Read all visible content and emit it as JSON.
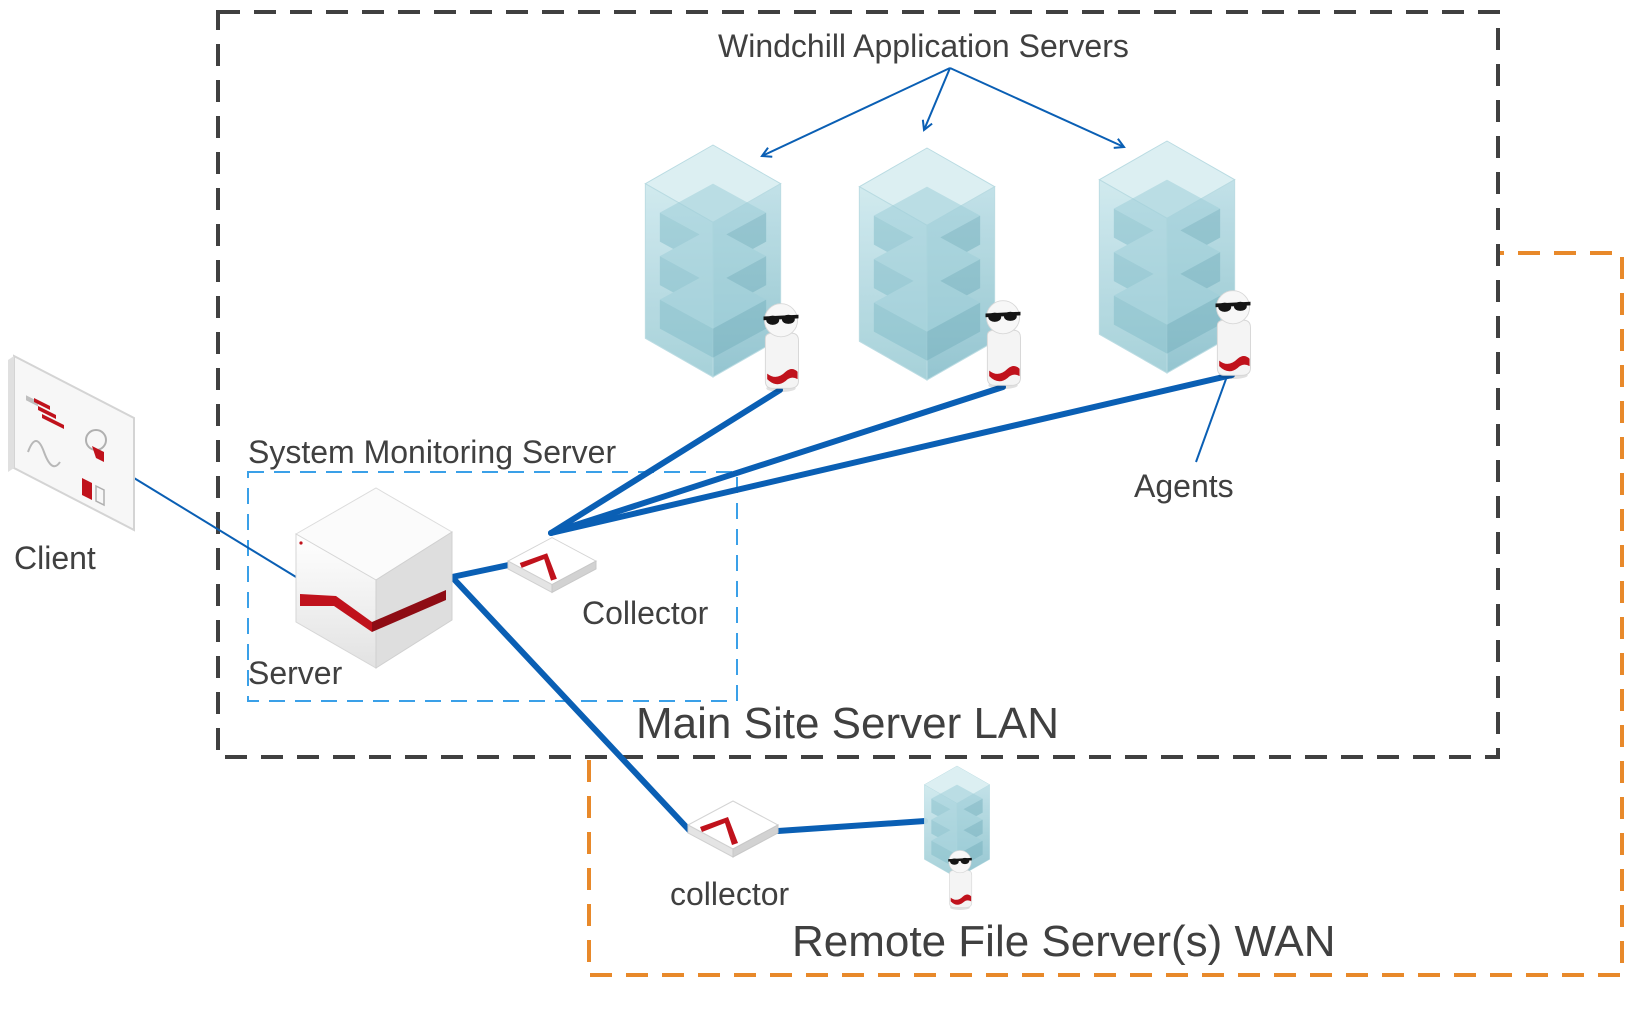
{
  "labels": {
    "app_servers": "Windchill Application Servers",
    "agents": "Agents",
    "system_monitoring_server": "System Monitoring Server",
    "client": "Client",
    "collector": "Collector",
    "server": "Server",
    "main_lan": "Main Site Server LAN",
    "remote_collector": "collector",
    "remote_wan": "Remote File Server(s) WAN"
  },
  "colors": {
    "main_lan_border": "#404040",
    "wan_border": "#e8892a",
    "monitoring_border": "#3aa0e8",
    "connection_line": "#0a5fb4",
    "server_glass": "#a8d4dc",
    "accent_red": "#c0121c"
  }
}
